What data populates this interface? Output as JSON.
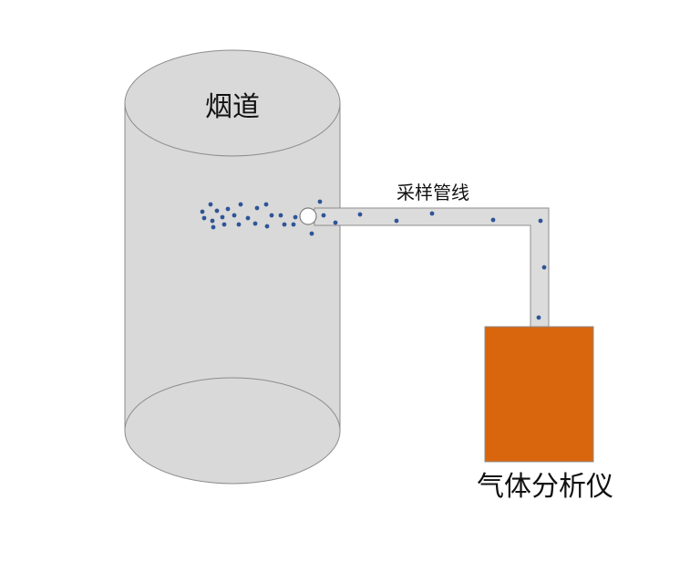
{
  "labels": {
    "flue": "烟道",
    "sampling_line": "采样管线",
    "analyzer": "气体分析仪"
  },
  "colors": {
    "cylinder_fill": "#d9d9d9",
    "cylinder_stroke": "#8c8c8c",
    "pipe_fill": "#dcdcdc",
    "pipe_stroke": "#8c8c8c",
    "analyzer_fill": "#d9650c",
    "analyzer_stroke": "#8c8c8c",
    "particle": "#2f5597"
  },
  "icons": {
    "flue": "cylinder-shape",
    "probe": "circle-shape",
    "particles": "dot-shape"
  }
}
